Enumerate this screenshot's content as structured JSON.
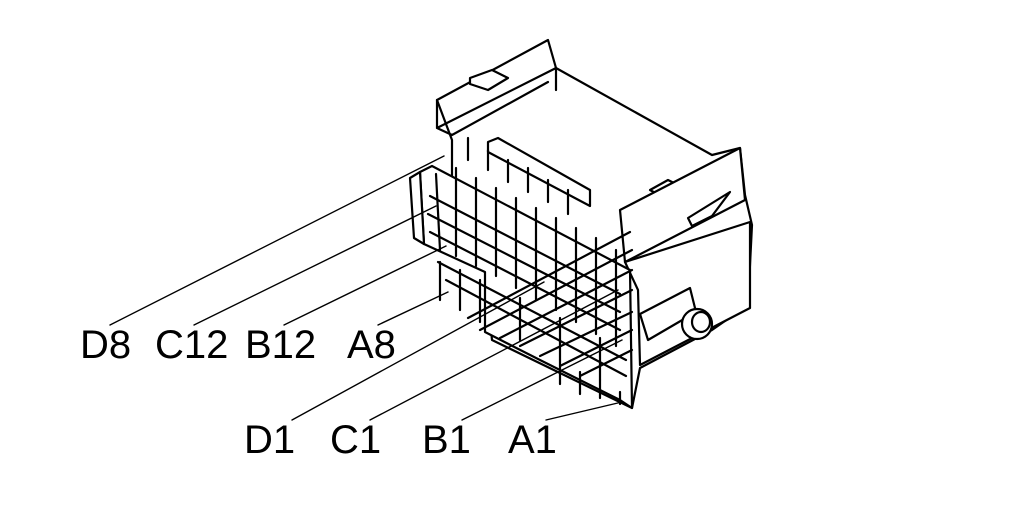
{
  "labels_upper": [
    "D8",
    "C12",
    "B12",
    "A8"
  ],
  "labels_lower": [
    "D1",
    "C1",
    "B1",
    "A1"
  ]
}
